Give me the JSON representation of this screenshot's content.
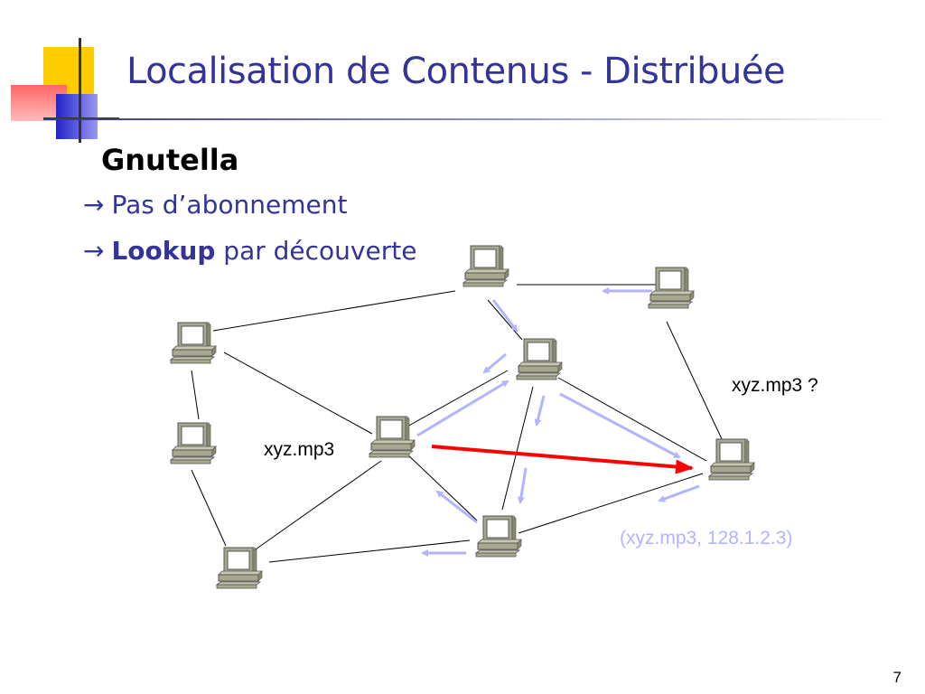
{
  "slide": {
    "title": "Localisation de Contenus - Distribuée",
    "subtitle": "Gnutella",
    "bullets": [
      {
        "arrow": "→",
        "bold": "",
        "text": "Pas d’abonnement"
      },
      {
        "arrow": "→",
        "bold": "Lookup",
        "text": " par découverte"
      }
    ],
    "page_number": "7"
  },
  "diagram": {
    "labels": {
      "source_file": "xyz.mp3",
      "query": "xyz.mp3 ?",
      "response": "(xyz.mp3, 128.1.2.3)"
    },
    "colors": {
      "title": "#333399",
      "link": "#000000",
      "query_arrow": "#b3b3ff",
      "result_arrow": "#ff0000",
      "response_text": "#b3b3ff",
      "computer": "#a8a890"
    },
    "nodes": [
      "top",
      "far-right",
      "left-top",
      "center-top",
      "left-mid",
      "source",
      "target",
      "bottom-left",
      "bottom-center"
    ],
    "links": [
      [
        "left-top",
        "top"
      ],
      [
        "top",
        "far-right"
      ],
      [
        "top",
        "center-top"
      ],
      [
        "far-right",
        "target"
      ],
      [
        "left-top",
        "left-mid"
      ],
      [
        "left-top",
        "source"
      ],
      [
        "left-mid",
        "bottom-left"
      ],
      [
        "source",
        "center-top"
      ],
      [
        "source",
        "bottom-left"
      ],
      [
        "center-top",
        "target"
      ],
      [
        "center-top",
        "bottom-center"
      ],
      [
        "source",
        "bottom-center"
      ],
      [
        "bottom-left",
        "bottom-center"
      ],
      [
        "bottom-center",
        "target"
      ]
    ]
  }
}
